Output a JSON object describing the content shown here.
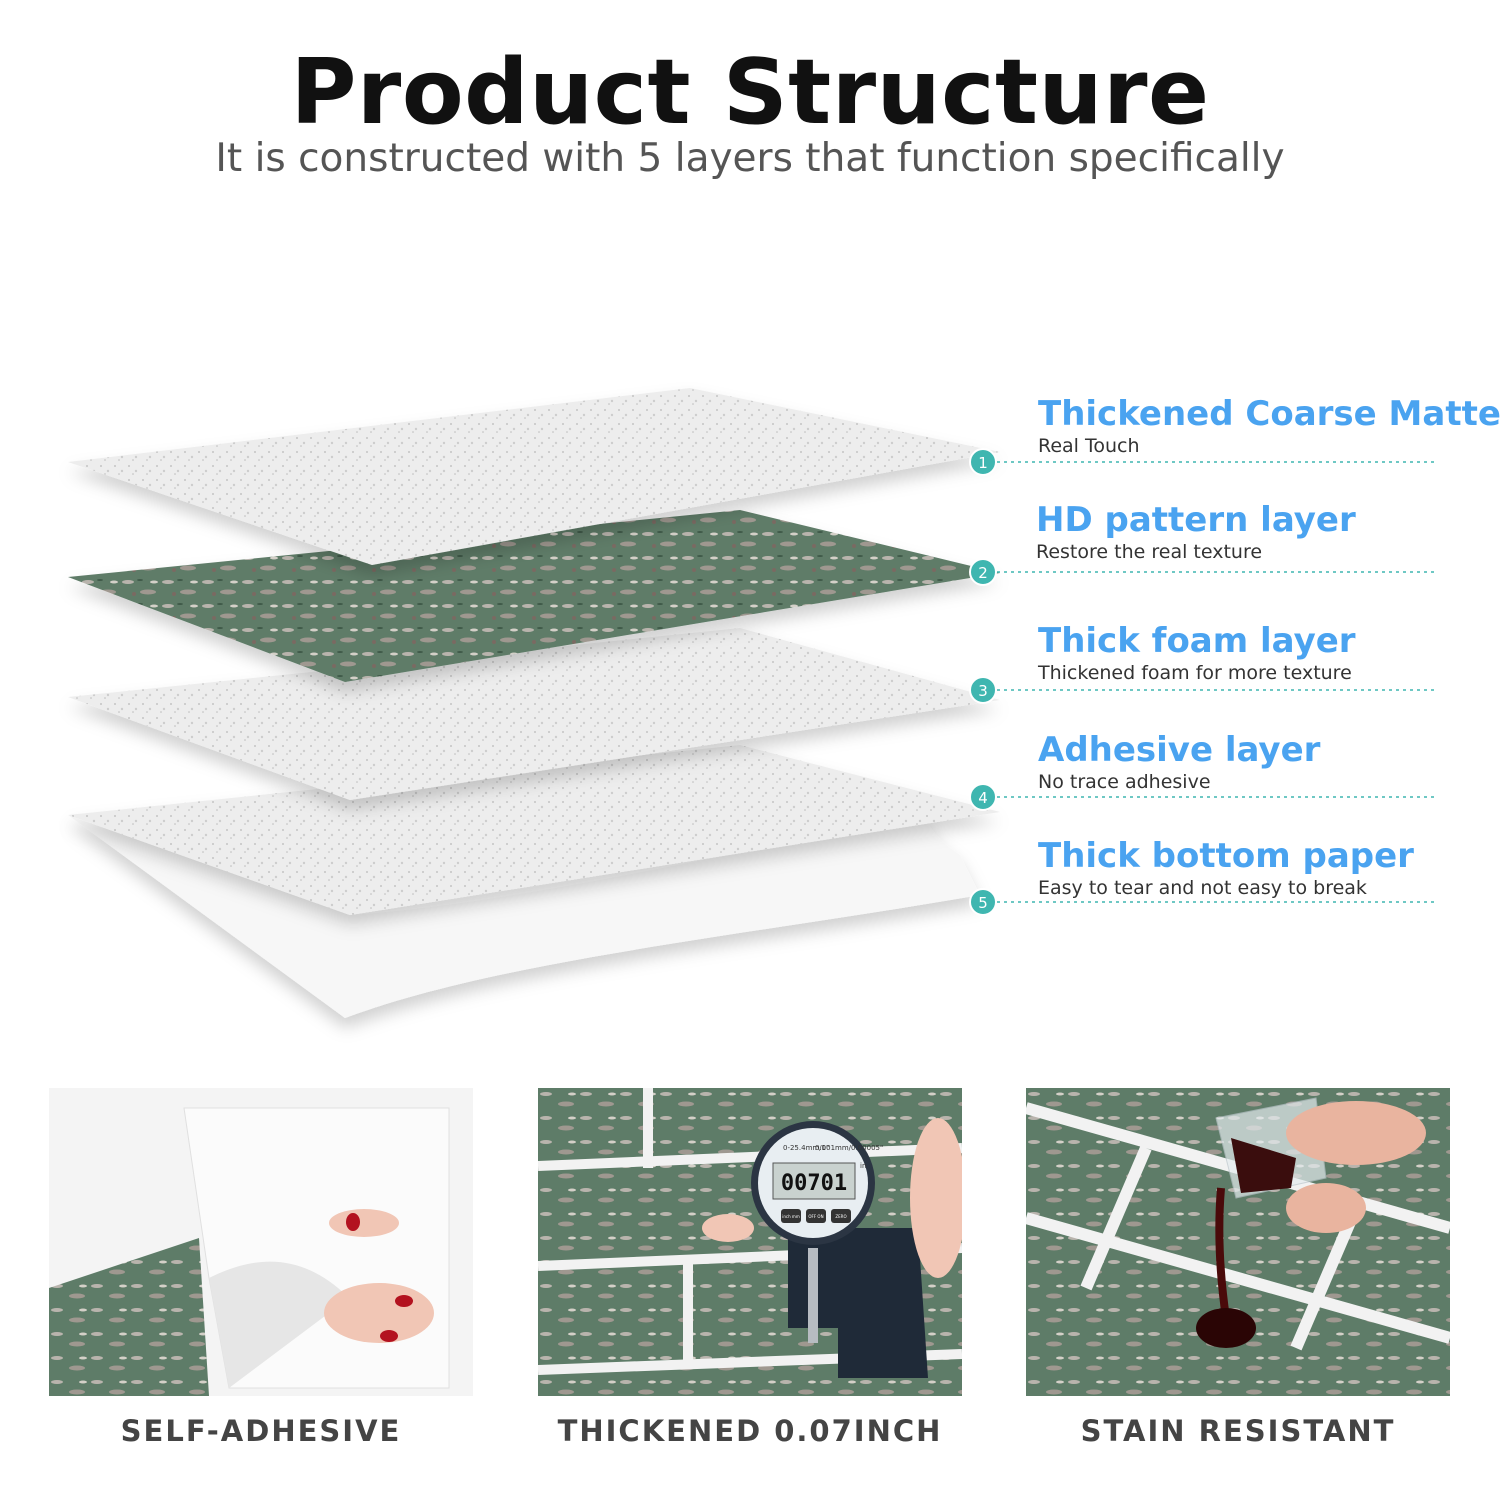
{
  "title": "Product Structure",
  "subtitle": "It is constructed with 5 layers that function specifically",
  "layers": [
    {
      "number": "1",
      "name": "Thickened Coarse Matte",
      "desc": "Real Touch"
    },
    {
      "number": "2",
      "name": "HD pattern layer",
      "desc": "Restore the real texture"
    },
    {
      "number": "3",
      "name": "Thick foam layer",
      "desc": "Thickened foam for more texture"
    },
    {
      "number": "4",
      "name": "Adhesive layer",
      "desc": "No trace adhesive"
    },
    {
      "number": "5",
      "name": "Thick bottom paper",
      "desc": "Easy to tear and not easy to break"
    }
  ],
  "features": [
    {
      "caption": "SELF-ADHESIVE"
    },
    {
      "caption": "THICKENED 0.07INCH"
    },
    {
      "caption": "STAIN RESISTANT"
    }
  ],
  "gauge": {
    "reading": "00701",
    "range_label": "0-25.4mm/1\"",
    "resolution_label": "0.001mm/0.00005\"",
    "unit_label": "in",
    "buttons": [
      "inch mm",
      "OFF ON",
      "ZERO"
    ]
  },
  "colors": {
    "label_blue": "#4aa3f0",
    "marker_teal": "#3fb6b0",
    "tile_green": "#5b7a68",
    "grout": "#f2f2f2"
  }
}
